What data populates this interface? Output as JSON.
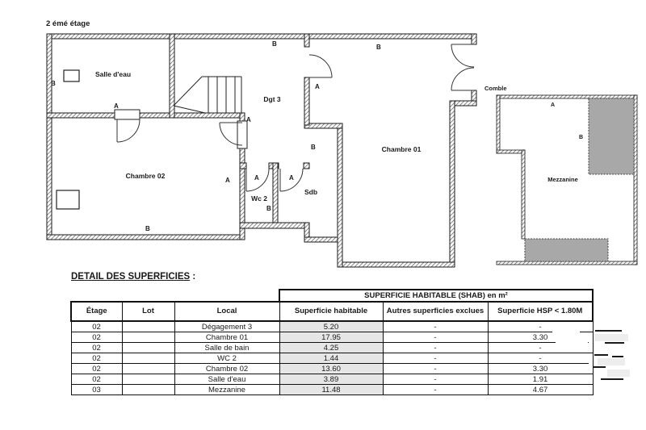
{
  "plan": {
    "floor_label": "2 émé étage",
    "letters": {
      "a": "A",
      "b": "B"
    },
    "rooms": {
      "salle_deau": "Salle d'eau",
      "dgt3": "Dgt 3",
      "chambre01": "Chambre 01",
      "chambre02": "Chambre 02",
      "wc2": "Wc 2",
      "sdb": "Sdb"
    }
  },
  "comble": {
    "label": "Comble",
    "room": "Mezzanine",
    "letters": {
      "a": "A",
      "b": "B"
    }
  },
  "table": {
    "title": "DETAIL DES SUPERFICIES",
    "title_colon": " :",
    "merged_header": "SUPERFICIE HABITABLE (SHAB) en m²",
    "columns": {
      "etage": "Étage",
      "lot": "Lot",
      "local": "Local",
      "sup_hab": "Superficie habitable",
      "autres": "Autres superficies exclues",
      "hsp": "Superficie HSP < 1.80M"
    },
    "rows": [
      {
        "etage": "02",
        "lot": "",
        "local": "Dégagement 3",
        "sup_hab": "5.20",
        "autres": "-",
        "hsp": "-"
      },
      {
        "etage": "02",
        "lot": "",
        "local": "Chambre 01",
        "sup_hab": "17.95",
        "autres": "-",
        "hsp": "3.30"
      },
      {
        "etage": "02",
        "lot": "",
        "local": "Salle de bain",
        "sup_hab": "4.25",
        "autres": "-",
        "hsp": "-"
      },
      {
        "etage": "02",
        "lot": "",
        "local": "WC 2",
        "sup_hab": "1.44",
        "autres": "-",
        "hsp": "-"
      },
      {
        "etage": "02",
        "lot": "",
        "local": "Chambre 02",
        "sup_hab": "13.60",
        "autres": "-",
        "hsp": "3.30"
      },
      {
        "etage": "02",
        "lot": "",
        "local": "Salle d'eau",
        "sup_hab": "3.89",
        "autres": "-",
        "hsp": "1.91"
      },
      {
        "etage": "03",
        "lot": "",
        "local": "Mezzanine",
        "sup_hab": "11.48",
        "autres": "-",
        "hsp": "4.67"
      }
    ]
  },
  "colors": {
    "wall_line": "#1a1a1a",
    "hatch": "#8a8a8a",
    "gray_area": "#a8a8a8",
    "cell_gray": "#e6e6e6"
  }
}
